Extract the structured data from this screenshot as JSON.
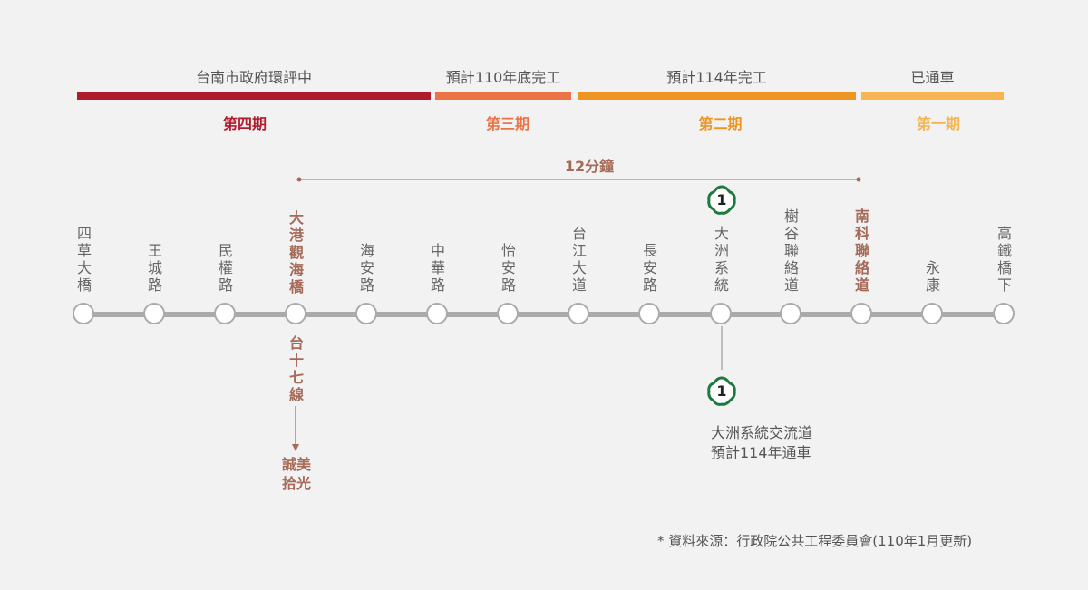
{
  "phases": [
    {
      "status": "台南市政府環評中",
      "label": "第四期",
      "color": "#b01c2e"
    },
    {
      "status": "預計110年底完工",
      "label": "第三期",
      "color": "#ea7446"
    },
    {
      "status": "預計114年完工",
      "label": "第二期",
      "color": "#ee9420"
    },
    {
      "status": "已通車",
      "label": "第一期",
      "color": "#f5b553"
    }
  ],
  "travel_time": "12分鐘",
  "stations": [
    "四草大橋",
    "王城路",
    "民權路",
    "大港觀海橋",
    "海安路",
    "中華路",
    "怡安路",
    "台江大道",
    "長安路",
    "大洲系統",
    "樹谷聯絡道",
    "南科聯絡道",
    "永康",
    "高鐵橋下"
  ],
  "highlight_stations": [
    "大港觀海橋",
    "南科聯絡道"
  ],
  "route_badge": "1",
  "branch": {
    "label": "台十七線",
    "destination": "誠美拾光"
  },
  "interchange_note": [
    "大洲系統交流道",
    "預計114年通車"
  ],
  "source": "* 資料來源：行政院公共工程委員會(110年1月更新)",
  "colors": {
    "accent": "#a66a58",
    "line": "#aaaaaa",
    "badge": "#1e7a3c"
  }
}
